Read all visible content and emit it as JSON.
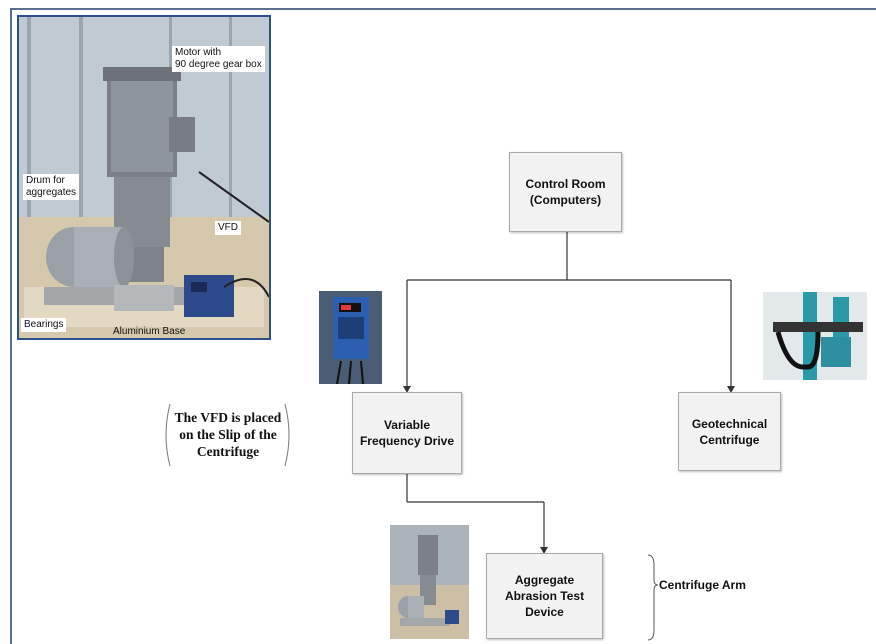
{
  "photo_labels": {
    "motor": "Motor with\n90 degree gear box",
    "drum": "Drum for\naggregates",
    "vfd": "VFD",
    "bearings": "Bearings",
    "base": "Aluminium Base"
  },
  "nodes": {
    "control_room": "Control Room\n(Computers)",
    "vfd": "Variable\nFrequency Drive",
    "centrifuge": "Geotechnical\nCentrifuge",
    "aggregate": "Aggregate\nAbrasion Test\nDevice"
  },
  "annotations": {
    "vfd_note": "The VFD is placed\non the Slip of the\nCentrifuge",
    "centrifuge_arm": "Centrifuge Arm"
  },
  "colors": {
    "frame": "#5b6f8e",
    "node_fill": "#f2f2f2",
    "node_border": "#a8a8a8",
    "photo_border": "#2f4f8a"
  }
}
